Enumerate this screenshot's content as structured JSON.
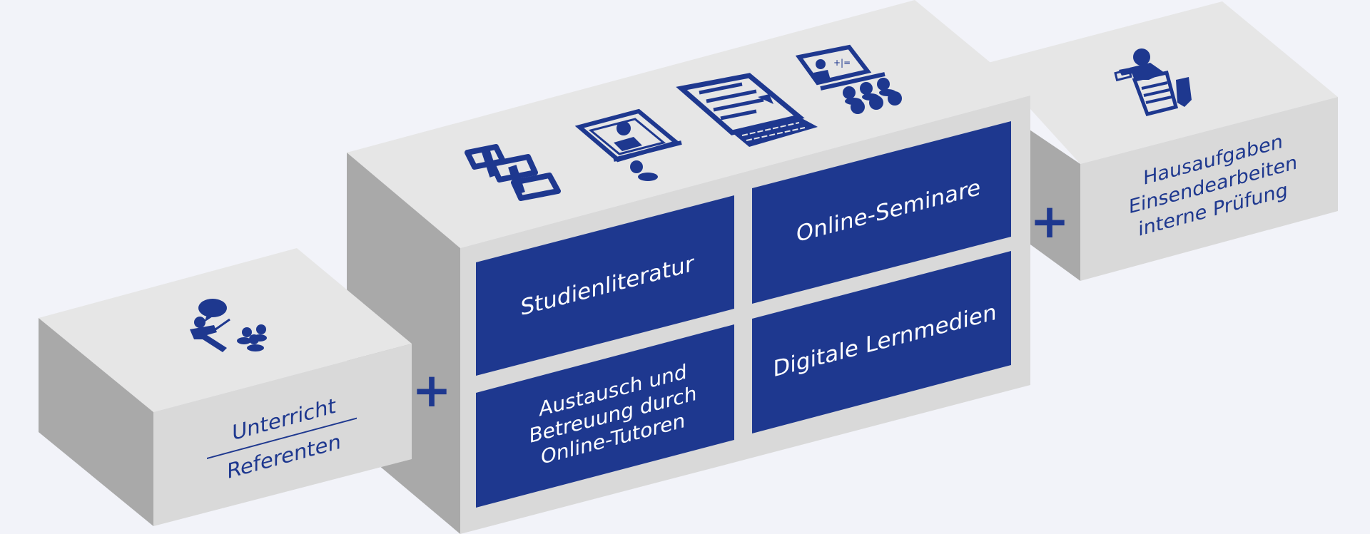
{
  "colors": {
    "background": "#f2f3f9",
    "brand_blue": "#1e388f",
    "block_top": "#e6e6e6",
    "block_front": "#d8d8d8",
    "block_side": "#a9a9a9",
    "label_on_blue": "#ffffff"
  },
  "left_block": {
    "icon": "teacher-speaking-to-students-icon",
    "label_top": "Unterricht",
    "label_bottom": "Referenten"
  },
  "center_block": {
    "icons": [
      "books-icon",
      "video-lecture-icon",
      "laptop-icon",
      "online-seminar-icon"
    ],
    "panels": {
      "top_left": "Studienliteratur",
      "top_right": "Online-Seminare",
      "bottom_left": [
        "Austausch und",
        "Betreuung durch",
        "Online-Tutoren"
      ],
      "bottom_right": "Digitale Lernmedien"
    }
  },
  "right_block": {
    "icon": "person-writing-exam-icon",
    "lines": [
      "Hausaufgaben",
      "Einsendearbeiten",
      "interne Prüfung"
    ]
  },
  "plus_symbol": "+"
}
